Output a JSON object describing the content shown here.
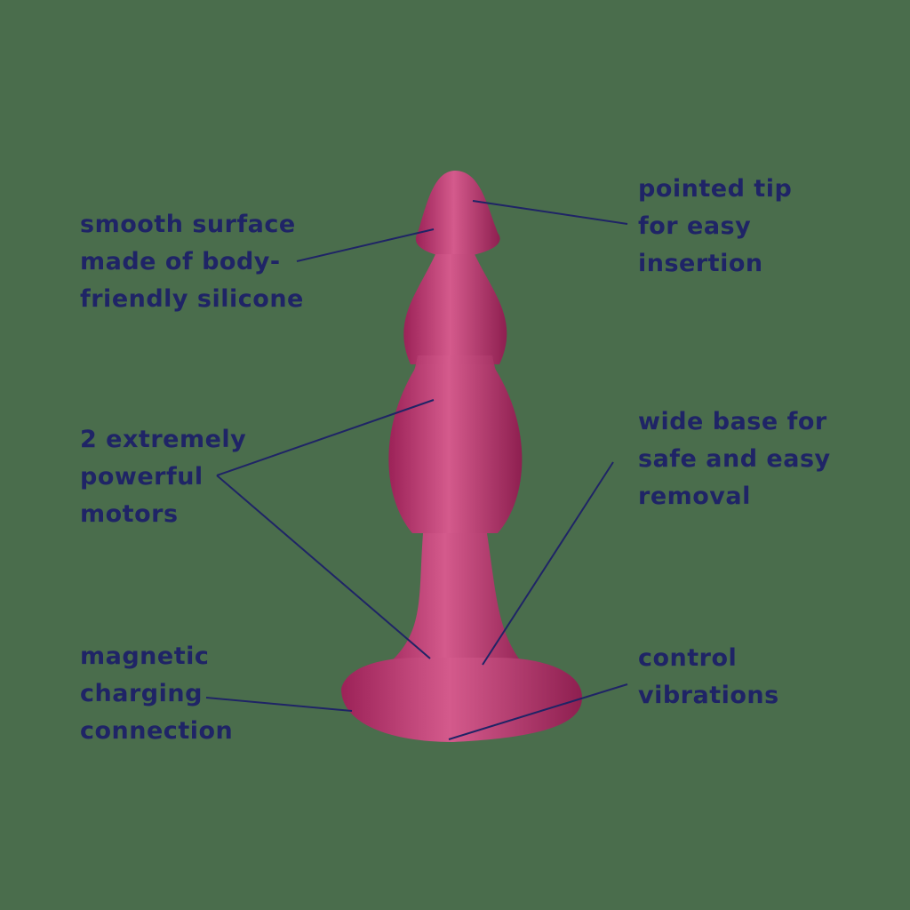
{
  "colors": {
    "background": "#4a6d4c",
    "text": "#1f2466",
    "product": "#b8346e",
    "leader": "#1f2466"
  },
  "annotations": {
    "surface": {
      "lines": [
        "smooth surface",
        "made of body-",
        "friendly silicone"
      ]
    },
    "tip": {
      "lines": [
        "pointed tip",
        "for easy",
        "insertion"
      ]
    },
    "motors": {
      "lines": [
        "2 extremely",
        "powerful",
        "motors"
      ]
    },
    "base": {
      "lines": [
        "wide base for",
        "safe and easy",
        "removal"
      ]
    },
    "charging": {
      "lines": [
        "magnetic",
        "charging",
        "connection"
      ]
    },
    "control": {
      "lines": [
        "control",
        "vibrations"
      ]
    }
  }
}
